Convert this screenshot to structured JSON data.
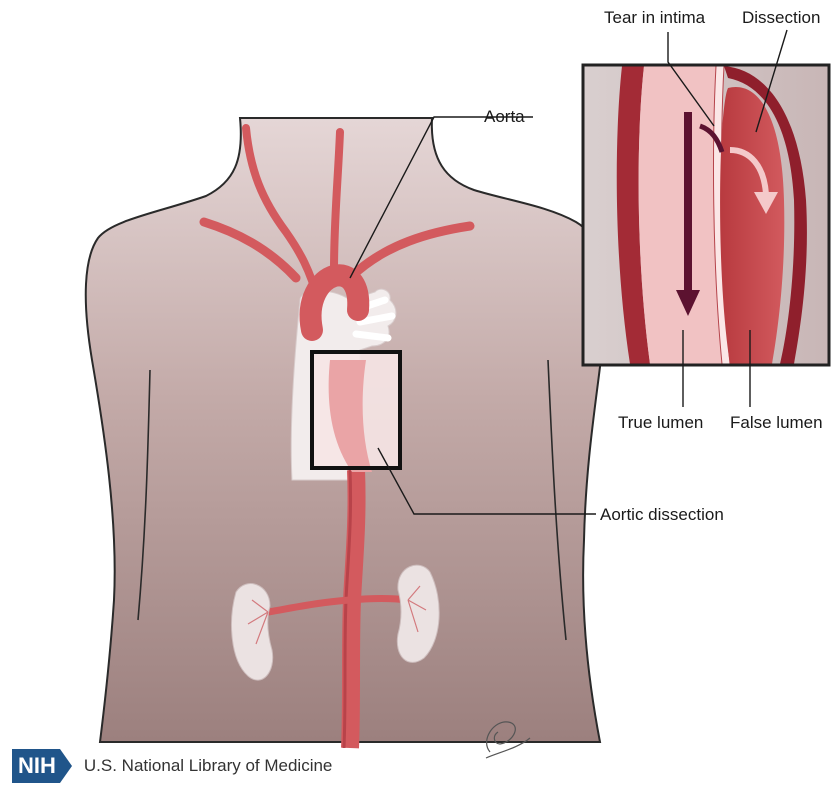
{
  "labels": {
    "tear_in_intima": "Tear in intima",
    "dissection": "Dissection",
    "aorta": "Aorta",
    "true_lumen": "True lumen",
    "false_lumen": "False lumen",
    "aortic_dissection": "Aortic dissection"
  },
  "footer": {
    "logo": "NIH",
    "organization": "U.S. National Library of Medicine"
  },
  "colors": {
    "skin": "#b39d9b",
    "aorta": "#d35a5e",
    "false_lumen": "#c23f44",
    "arrow_dark": "#5c1230",
    "outline": "#222222",
    "nih_blue": "#20558a"
  }
}
